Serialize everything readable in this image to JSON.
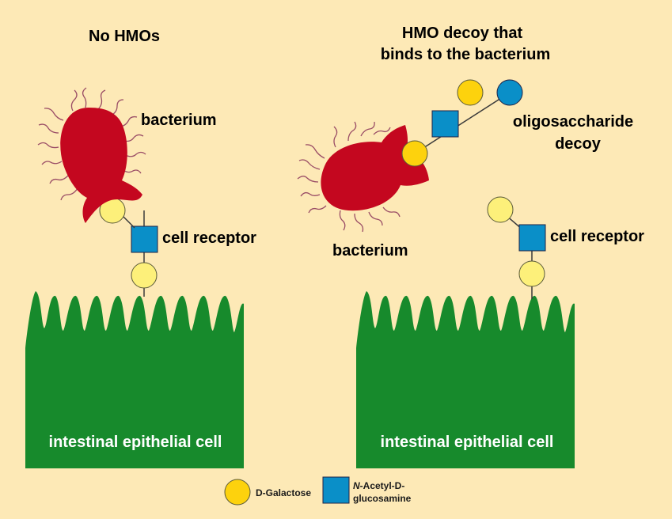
{
  "colors": {
    "background": "#fde9b6",
    "epithelium": "#178a2c",
    "bacterium": "#c4071f",
    "flagella": "#9a4d66",
    "galactose": "#fdd20d",
    "galactose_light": "#fdf07a",
    "glcnac": "#0a8fc8",
    "link": "#3a3a3a"
  },
  "left_panel": {
    "title": "No HMOs",
    "bacterium_label": "bacterium",
    "receptor_label": "cell receptor",
    "cell_label": "intestinal epithelial cell"
  },
  "right_panel": {
    "title_line1": "HMO decoy that",
    "title_line2": "binds to the bacterium",
    "decoy_line1": "oligosaccharide",
    "decoy_line2": "decoy",
    "bacterium_label": "bacterium",
    "receptor_label": "cell receptor",
    "cell_label": "intestinal epithelial cell"
  },
  "legend": {
    "galactose_label": "D-Galactose",
    "glcnac_prefix": "N",
    "glcnac_line1_rest": "-Acetyl-D-",
    "glcnac_line2": "glucosamine"
  }
}
